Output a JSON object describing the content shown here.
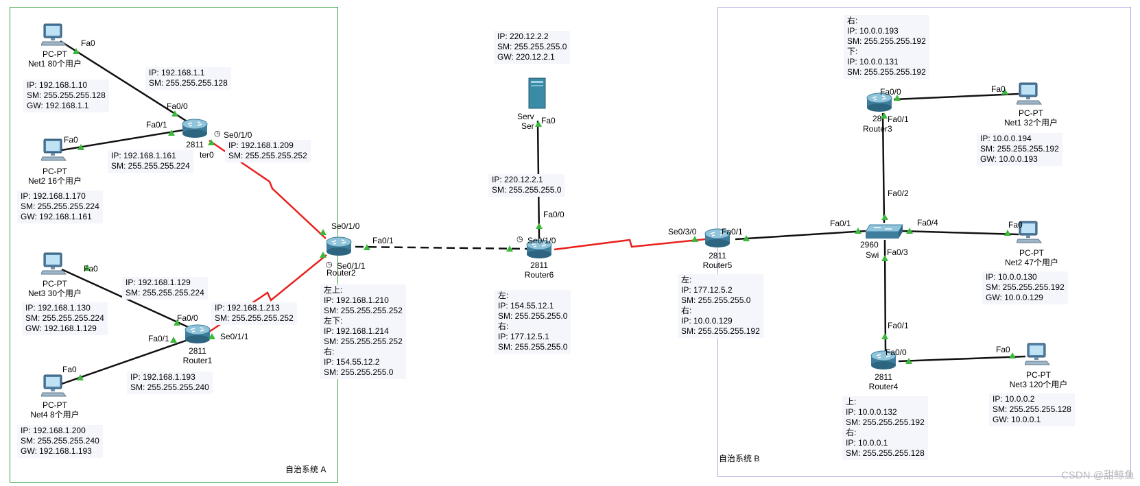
{
  "areas": {
    "a_label": "自治系统 A",
    "b_label": "自治系统 B"
  },
  "colors": {
    "serial_link": "#e8201c",
    "ethernet_link": "#111111",
    "port_indicator": "#3cb83c",
    "area_a_border": "#2e9e3a",
    "area_b_border": "#a9a9de"
  },
  "devices": {
    "pc_net1_a": {
      "type": "PC-PT",
      "name": "Net1 80个用户"
    },
    "pc_net2_a": {
      "type": "PC-PT",
      "name": "Net2 16个用户"
    },
    "pc_net3_a": {
      "type": "PC-PT",
      "name": "Net3 30个用户"
    },
    "pc_net4_a": {
      "type": "PC-PT",
      "name": "Net4 8个用户"
    },
    "router0": {
      "model": "2811",
      "name": "ter0"
    },
    "router1": {
      "model": "2811",
      "name": "Router1"
    },
    "router2": {
      "name": "Router2"
    },
    "router6": {
      "model": "2811",
      "name": "Router6"
    },
    "server0": {
      "model": "Serv",
      "name": "Ser"
    },
    "router5": {
      "model": "2811",
      "name": "Router5"
    },
    "router3": {
      "model": "28",
      "name": "Router3"
    },
    "router4": {
      "model": "2811",
      "name": "Router4"
    },
    "switch0": {
      "model": "2960",
      "name": "Swi"
    },
    "pc_net1_b": {
      "type": "PC-PT",
      "name": "Net1 32个用户"
    },
    "pc_net2_b": {
      "type": "PC-PT",
      "name": "Net2 47个用户"
    },
    "pc_net3_b": {
      "type": "PC-PT",
      "name": "Net3 120个用户"
    }
  },
  "ports": {
    "net1a_fa0": "Fa0",
    "r0_fa00": "Fa0/0",
    "net2a_fa0": "Fa0",
    "r0_fa01": "Fa0/1",
    "r0_se010": "Se0/1/0",
    "r2_se010": "Se0/1/0",
    "r2_fa01": "Fa0/1",
    "r2_se011": "Se0/1/1",
    "net3a_fa0": "Fa0",
    "r1_fa00": "Fa0/0",
    "r1_fa01": "Fa0/1",
    "r1_se011": "Se0/1/1",
    "net4a_fa0": "Fa0",
    "srv_fa0": "Fa0",
    "r6_fa00": "Fa0/0",
    "r6_se010": "Se0/1/0",
    "r5_se030": "Se0/3/0",
    "r5_fa01": "Fa0/1",
    "sw_fa01": "Fa0/1",
    "r3_fa00": "Fa0/0",
    "net1b_fa0": "Fa0",
    "r3_fa01": "Fa0/1",
    "sw_fa02": "Fa0/2",
    "sw_fa04": "Fa0/4",
    "net2b_fa0": "Fa0",
    "sw_fa03": "Fa0/3",
    "r4_fa01": "Fa0/1",
    "r4_fa00": "Fa0/0",
    "net3b_fa0": "Fa0"
  },
  "notes": {
    "net1a": [
      "IP: 192.168.1.10",
      "SM: 255.255.255.128",
      "GW: 192.168.1.1"
    ],
    "r0_fa00": [
      "IP: 192.168.1.1",
      "SM: 255.255.255.128"
    ],
    "r0_fa01": [
      "IP: 192.168.1.161",
      "SM: 255.255.255.224"
    ],
    "r0_se010": [
      "IP: 192.168.1.209",
      "SM: 255.255.255.252"
    ],
    "net2a": [
      "IP: 192.168.1.170",
      "SM: 255.255.255.224",
      "GW: 192.168.1.161"
    ],
    "r1_fa00": [
      "IP: 192.168.1.129",
      "SM: 255.255.255.224"
    ],
    "net3a": [
      "IP: 192.168.1.130",
      "SM: 255.255.255.224",
      "GW: 192.168.1.129"
    ],
    "r1_se011": [
      "IP: 192.168.1.213",
      "SM: 255.255.255.252"
    ],
    "r1_fa01": [
      "IP: 192.168.1.193",
      "SM: 255.255.255.240"
    ],
    "net4a": [
      "IP: 192.168.1.200",
      "SM: 255.255.255.240",
      "GW: 192.168.1.193"
    ],
    "router2": [
      "左上:",
      "  IP: 192.168.1.210",
      "SM: 255.255.255.252",
      "左下:",
      "  IP: 192.168.1.214",
      "SM: 255.255.255.252",
      "右:",
      "  IP: 154.55.12.2",
      "SM: 255.255.255.0"
    ],
    "server0": [
      "IP: 220.12.2.2",
      "SM: 255.255.255.0",
      "GW: 220.12.2.1"
    ],
    "r6_fa00": [
      "IP: 220.12.2.1",
      "SM: 255.255.255.0"
    ],
    "router6": [
      "左:",
      "  IP: 154.55.12.1",
      "SM: 255.255.255.0",
      "右:",
      "  IP: 177.12.5.1",
      "SM: 255.255.255.0"
    ],
    "router5": [
      "左:",
      "  IP: 177.12.5.2",
      "SM: 255.255.255.0",
      "右:",
      "  IP: 10.0.0.129",
      "SM: 255.255.255.192"
    ],
    "router3": [
      "右:",
      "  IP: 10.0.0.193",
      "SM: 255.255.255.192",
      "下:",
      "  IP: 10.0.0.131",
      "SM: 255.255.255.192"
    ],
    "net1b": [
      "IP: 10.0.0.194",
      "SM: 255.255.255.192",
      "GW: 10.0.0.193"
    ],
    "net2b": [
      "IP: 10.0.0.130",
      "SM: 255.255.255.192",
      "GW: 10.0.0.129"
    ],
    "net3b": [
      "IP: 10.0.0.2",
      "SM: 255.255.255.128",
      "GW: 10.0.0.1"
    ],
    "router4": [
      "上:",
      "  IP: 10.0.0.132",
      "SM: 255.255.255.192",
      "右:",
      "  IP: 10.0.0.1",
      "SM: 255.255.255.128"
    ]
  },
  "watermark": "CSDN @甜鲸鱼"
}
